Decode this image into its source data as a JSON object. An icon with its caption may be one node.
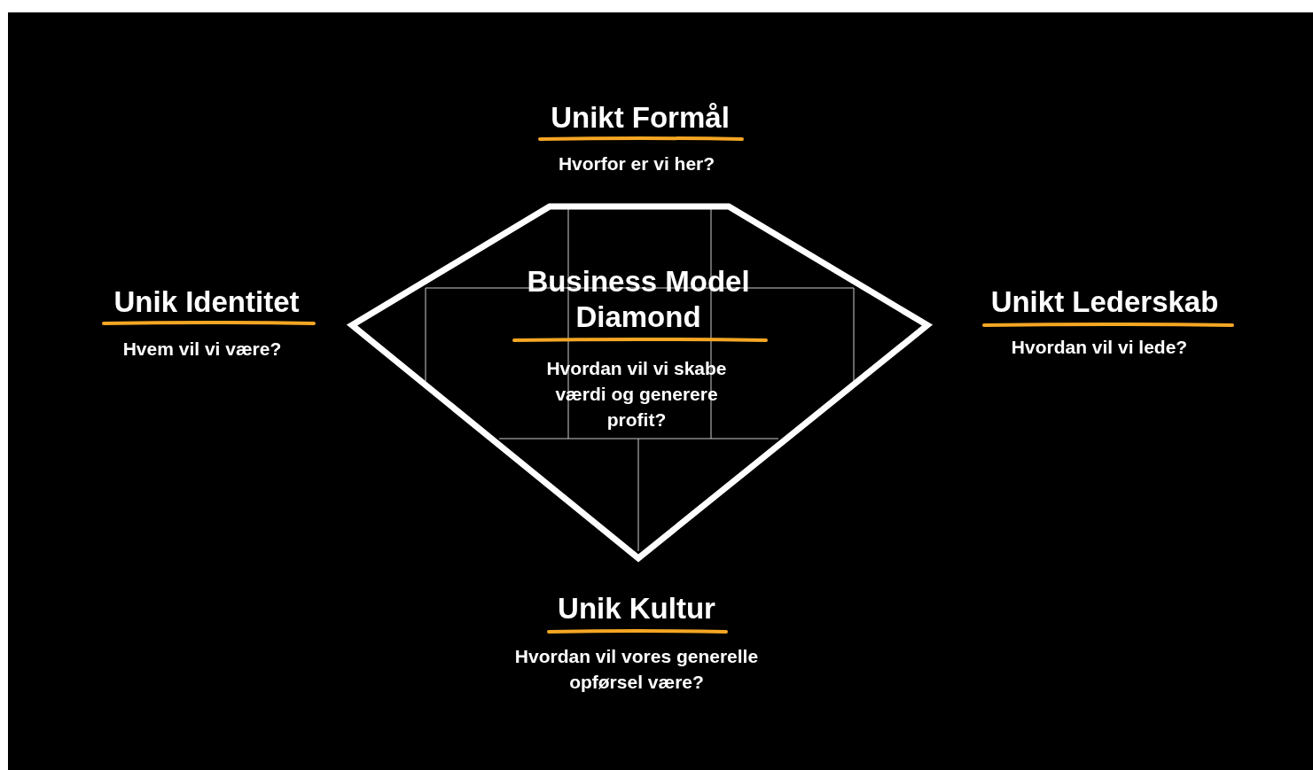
{
  "diagram": {
    "nodes": [
      {
        "text": [
          "Business Model Diamond",
          "Hvordan vil vi skabe værdi og generere profit?"
        ]
      }
    ],
    "edges": [],
    "labels": [
      "Unikt Formål",
      "Hvorfor er vi her?",
      "Unik Identitet",
      "Hvem vil vi være?",
      "Unikt Lederskab",
      "Hvordan vil vi lede?",
      "Unik Kultur",
      "Hvordan vil vores generelle opførsel være?"
    ]
  }
}
